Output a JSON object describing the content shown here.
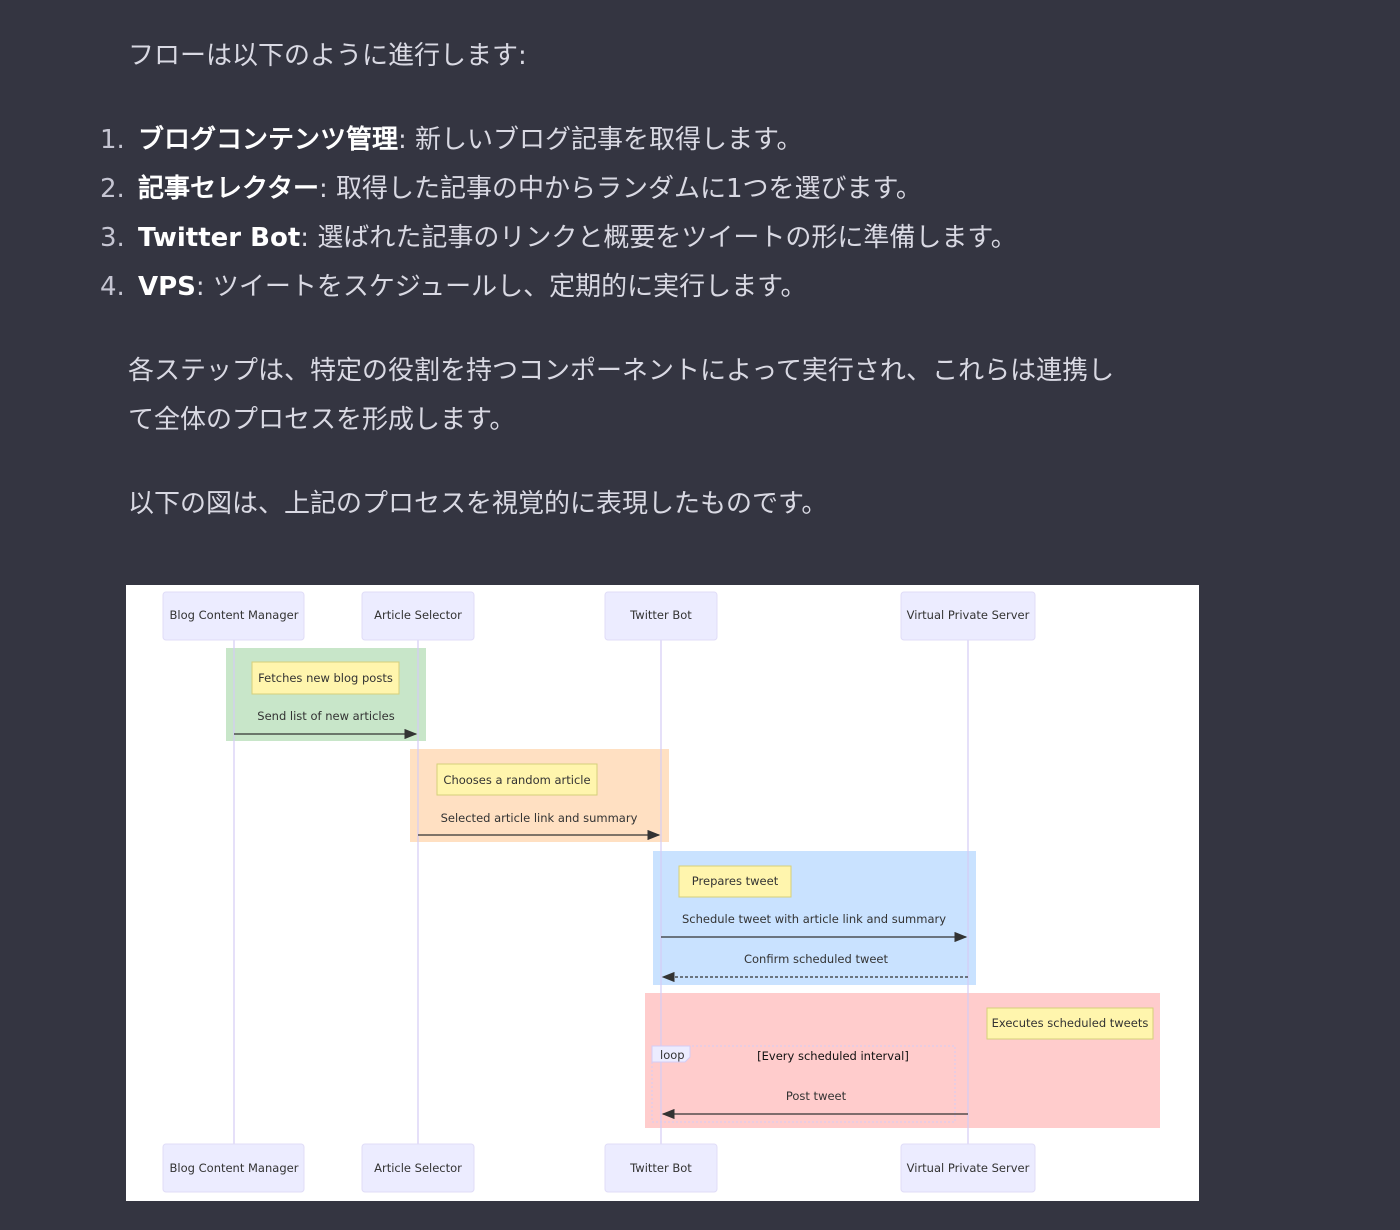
{
  "intro": "フローは以下のように進行します:",
  "steps": [
    {
      "num": "1.",
      "title": "ブログコンテンツ管理",
      "desc": ": 新しいブログ記事を取得します。"
    },
    {
      "num": "2.",
      "title": "記事セレクター",
      "desc": ": 取得した記事の中からランダムに1つを選びます。"
    },
    {
      "num": "3.",
      "title": "Twitter Bot",
      "desc": ": 選ばれた記事のリンクと概要をツイートの形に準備します。"
    },
    {
      "num": "4.",
      "title": "VPS",
      "desc": ": ツイートをスケジュールし、定期的に実行します。"
    }
  ],
  "summary_line1": "各ステップは、特定の役割を持つコンポーネントによって実行され、これらは連携し",
  "summary_line2": "て全体のプロセスを形成します。",
  "diagram_intro": "以下の図は、上記のプロセスを視覚的に表現したものです。",
  "diagram": {
    "actors": [
      "Blog Content Manager",
      "Article Selector",
      "Twitter Bot",
      "Virtual Private Server"
    ],
    "notes": [
      "Fetches new blog posts",
      "Chooses a random article",
      "Prepares tweet",
      "Executes scheduled tweets"
    ],
    "messages": [
      "Send list of new articles",
      "Selected article link and summary",
      "Schedule tweet with article link and summary",
      "Confirm scheduled tweet",
      "Post tweet"
    ],
    "loop_label": "loop",
    "loop_condition": "[Every scheduled interval]",
    "colors": {
      "green": "#c8e6c9",
      "orange": "#ffe0c2",
      "blue": "#c9e2ff",
      "red": "#ffcccc",
      "note": "#fff5ad",
      "actor": "#ececff"
    }
  }
}
